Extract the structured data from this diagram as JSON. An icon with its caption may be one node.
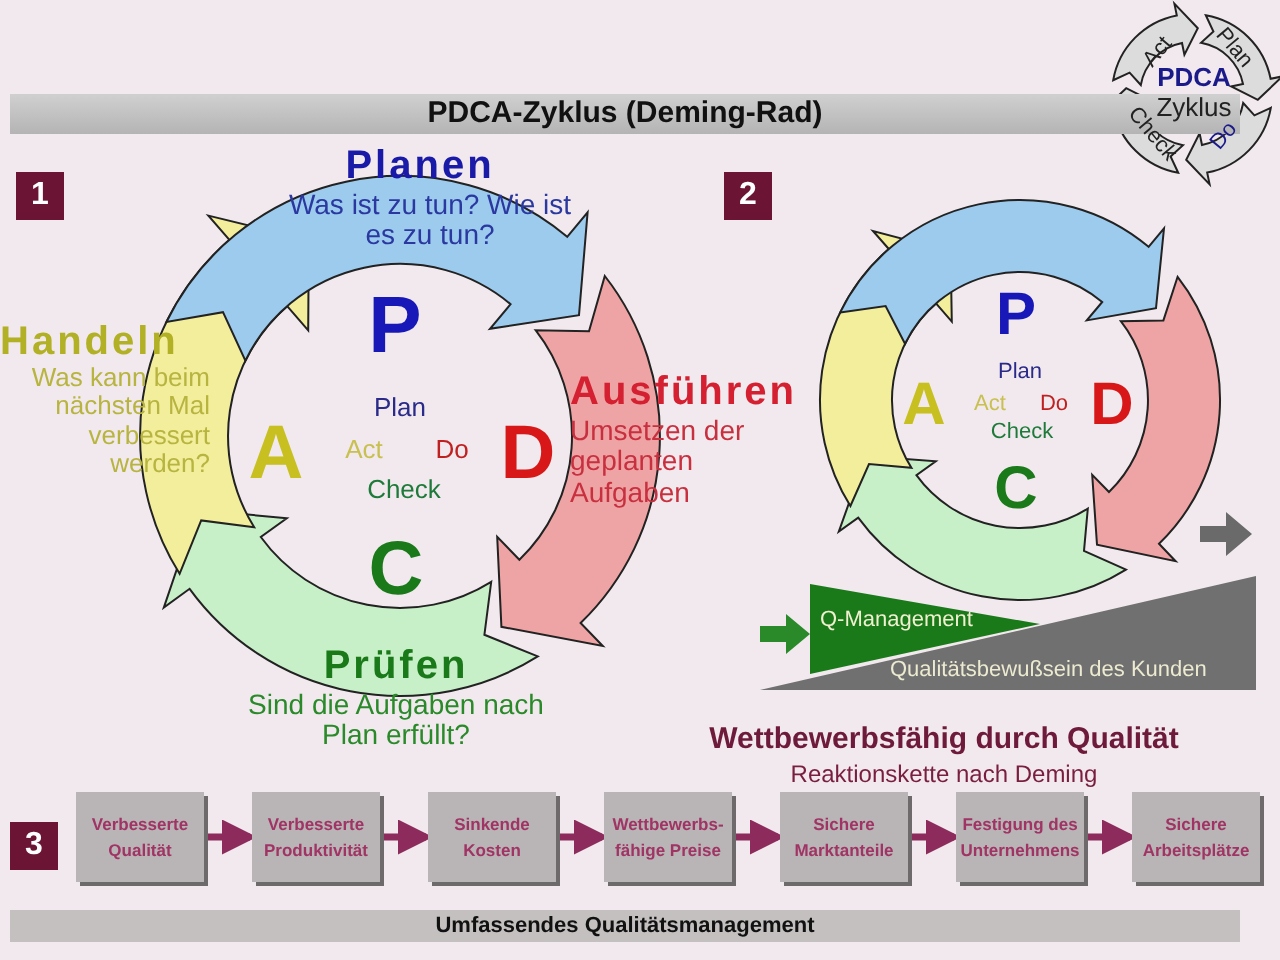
{
  "diagram": {
    "title": "PDCA-Zyklus (Deming-Rad)",
    "nodes": [
      {
        "text": [
          "Verbesserte Qualität"
        ]
      },
      {
        "text": [
          "Verbesserte Produktivität"
        ]
      },
      {
        "text": [
          "Sinkende Kosten"
        ]
      },
      {
        "text": [
          "Wettbewerbs-fähige Preise"
        ]
      },
      {
        "text": [
          "Sichere Marktanteile"
        ]
      },
      {
        "text": [
          "Festigung des Unternehmens"
        ]
      },
      {
        "text": [
          "Sichere Arbeitsplätze"
        ]
      }
    ],
    "edges": [
      {
        "from": 0,
        "to": 1,
        "arrow": "to"
      },
      {
        "from": 1,
        "to": 2,
        "arrow": "to"
      },
      {
        "from": 2,
        "to": 3,
        "arrow": "to"
      },
      {
        "from": 3,
        "to": 4,
        "arrow": "to"
      },
      {
        "from": 4,
        "to": 5,
        "arrow": "to"
      },
      {
        "from": 5,
        "to": 6,
        "arrow": "to"
      }
    ],
    "labels": [
      "Act",
      "Plan",
      "PDCA",
      "Zyklus",
      "Check",
      "Do",
      "1",
      "Planen",
      "Was ist zu tun? Wie ist es zu tun?",
      "Handeln",
      "Was kann beim nächsten Mal verbessert werden?",
      "P",
      "Plan",
      "A",
      "Act",
      "Do",
      "D",
      "Check",
      "Ausführen",
      "Umsetzen der geplanten Aufgaben",
      "C",
      "Prüfen",
      "Sind die Aufgaben nach Plan erfüllt?",
      "2",
      "P",
      "Plan",
      "A",
      "Act",
      "Do",
      "D",
      "Check",
      "C",
      "Q-Management",
      "Qualitätsbewußsein des Kunden",
      "Wettbewerbsfähig durch Qualität",
      "Reaktionskette nach Deming",
      "3",
      "Umfassendes Qualitätsmanagement"
    ]
  }
}
